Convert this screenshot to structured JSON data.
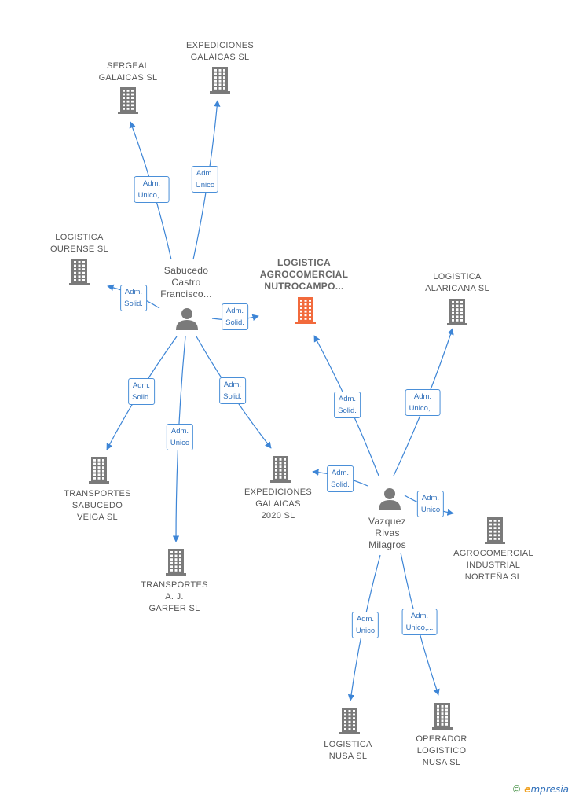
{
  "companies": [
    {
      "id": "sergeal",
      "label": "SERGEAL\nGALAICAS  SL"
    },
    {
      "id": "exp_galaicas",
      "label": "EXPEDICIONES\nGALAICAS  SL"
    },
    {
      "id": "log_ourense",
      "label": "LOGISTICA\nOURENSE SL"
    },
    {
      "id": "log_agro",
      "label": "LOGISTICA\nAGROCOMERCIAL\nNUTROCAMPO...",
      "focus": true
    },
    {
      "id": "log_alaricana",
      "label": "LOGISTICA\nALARICANA  SL"
    },
    {
      "id": "trans_sabucedo",
      "label": "TRANSPORTES\nSABUCEDO\nVEIGA SL"
    },
    {
      "id": "exp_2020",
      "label": "EXPEDICIONES\nGALAICAS\n2020  SL"
    },
    {
      "id": "trans_garfer",
      "label": "TRANSPORTES\nA.  J.\nGARFER SL"
    },
    {
      "id": "agro_nortena",
      "label": "AGROCOMERCIAL\nINDUSTRIAL\nNORTEÑA  SL"
    },
    {
      "id": "log_nusa",
      "label": "LOGISTICA\nNUSA  SL"
    },
    {
      "id": "op_nusa",
      "label": "OPERADOR\nLOGISTICO\nNUSA SL"
    }
  ],
  "persons": [
    {
      "id": "sabucedo",
      "label": "Sabucedo\nCastro\nFrancisco..."
    },
    {
      "id": "vazquez",
      "label": "Vazquez\nRivas\nMilagros"
    }
  ],
  "relations": [
    {
      "from": "sabucedo",
      "to": "sergeal",
      "role": "Adm.\nUnico,..."
    },
    {
      "from": "sabucedo",
      "to": "exp_galaicas",
      "role": "Adm.\nUnico"
    },
    {
      "from": "sabucedo",
      "to": "log_ourense",
      "role": "Adm.\nSolid."
    },
    {
      "from": "sabucedo",
      "to": "log_agro",
      "role": "Adm.\nSolid."
    },
    {
      "from": "sabucedo",
      "to": "trans_sabucedo",
      "role": "Adm.\nSolid."
    },
    {
      "from": "sabucedo",
      "to": "trans_garfer",
      "role": "Adm.\nUnico"
    },
    {
      "from": "sabucedo",
      "to": "exp_2020",
      "role": "Adm.\nSolid."
    },
    {
      "from": "vazquez",
      "to": "log_agro",
      "role": "Adm.\nSolid."
    },
    {
      "from": "vazquez",
      "to": "log_alaricana",
      "role": "Adm.\nUnico,..."
    },
    {
      "from": "vazquez",
      "to": "exp_2020",
      "role": "Adm.\nSolid."
    },
    {
      "from": "vazquez",
      "to": "agro_nortena",
      "role": "Adm.\nUnico"
    },
    {
      "from": "vazquez",
      "to": "log_nusa",
      "role": "Adm.\nUnico"
    },
    {
      "from": "vazquez",
      "to": "op_nusa",
      "role": "Adm.\nUnico,..."
    }
  ],
  "colors": {
    "edge": "#3d85d6",
    "building": "#7a7a7a",
    "focus_building": "#f26a3c",
    "person": "#7a7a7a"
  },
  "brand": {
    "copyright": "©",
    "e": "e",
    "rest": "mpresia"
  }
}
